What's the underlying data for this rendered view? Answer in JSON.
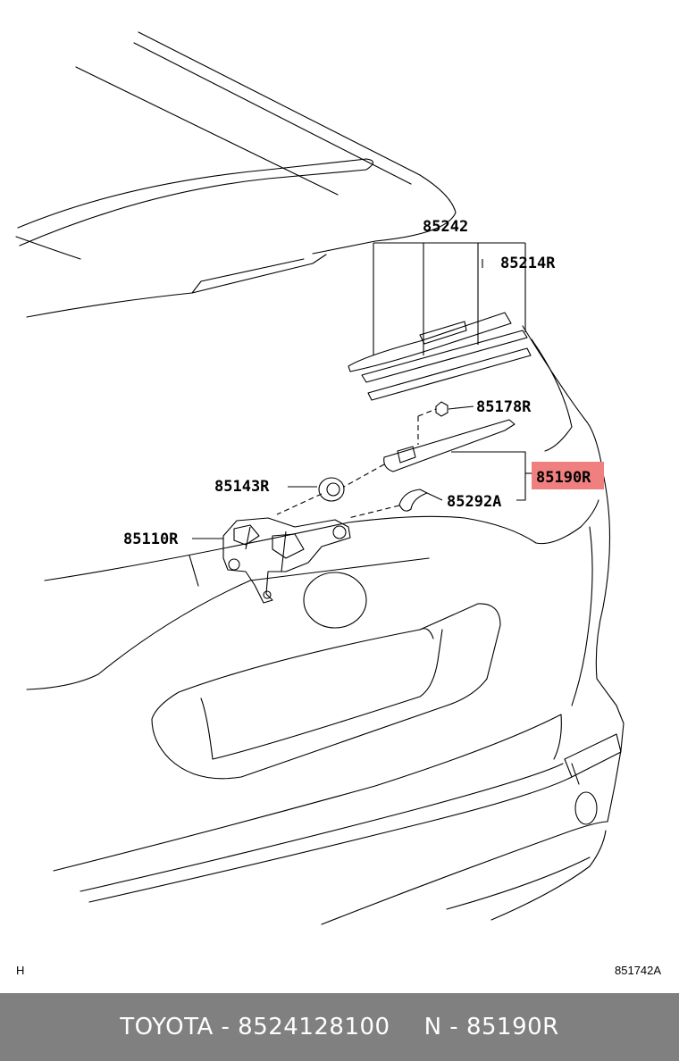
{
  "colors": {
    "background": "#ffffff",
    "line": "#000000",
    "highlight": "#f08080",
    "footer_bg": "#808080",
    "footer_text": "#ffffff"
  },
  "diagram": {
    "callouts": {
      "c85242": "85242",
      "c85214R": "85214R",
      "c85178R": "85178R",
      "c85190R": "85190R",
      "c85143R": "85143R",
      "c85292A": "85292A",
      "c85110R": "85110R"
    },
    "corner_left": "H",
    "corner_right": "851742A",
    "highlighted_callout": "85190R"
  },
  "footer": {
    "brand_part": "TOYOTA - 8524128100",
    "ref_part": "N - 85190R"
  }
}
